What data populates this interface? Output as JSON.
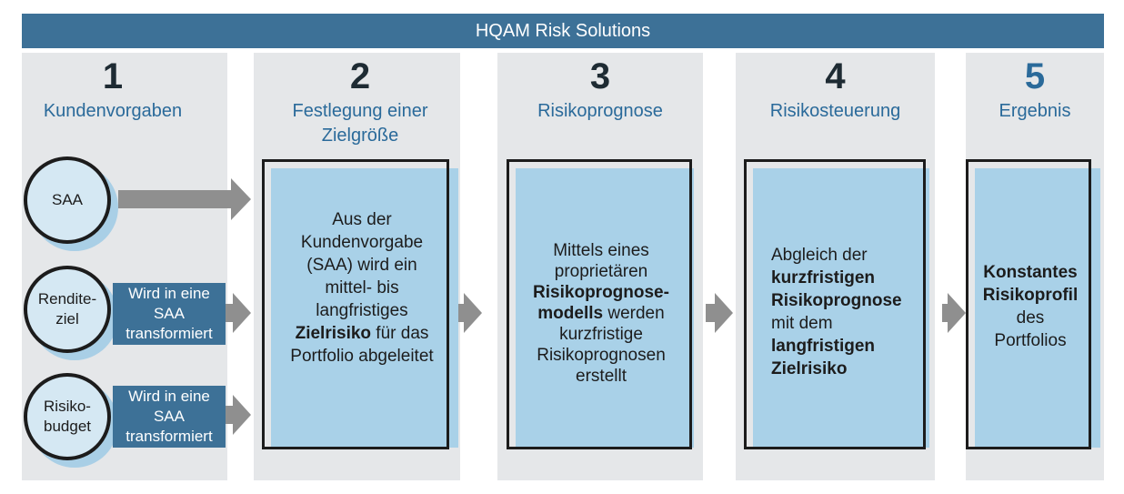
{
  "header": {
    "title": "HQAM Risk Solutions"
  },
  "steps": [
    {
      "number": "1",
      "title": "Kundenvorgaben"
    },
    {
      "number": "2",
      "title": "Festlegung einer Zielgröße"
    },
    {
      "number": "3",
      "title": "Risikoprognose"
    },
    {
      "number": "4",
      "title": "Risikosteuerung"
    },
    {
      "number": "5",
      "title": "Ergebnis"
    }
  ],
  "inputs": [
    {
      "circle": "SAA",
      "label": ""
    },
    {
      "circle_line1": "Rendite-",
      "circle_line2": "ziel",
      "label_line1": "Wird in eine",
      "label_line2": "SAA",
      "label_line3": "transformiert"
    },
    {
      "circle_line1": "Risiko-",
      "circle_line2": "budget",
      "label_line1": "Wird in eine",
      "label_line2": "SAA",
      "label_line3": "transformiert"
    }
  ],
  "box2": {
    "l1": "Aus der",
    "l2": "Kundenvorgabe",
    "l3": "(SAA) wird ein",
    "l4": "mittel- bis",
    "l5": "langfristiges",
    "l6_bold": "Zielrisiko",
    "l6_rest": " für das",
    "l7": "Portfolio abgeleitet"
  },
  "box3": {
    "l1": "Mittels eines",
    "l2": "proprietären",
    "l3_bold": "Risikoprognose-",
    "l4_bold": "modells",
    "l4_rest": " werden",
    "l5": "kurzfristige",
    "l6": "Risikoprognosen",
    "l7": "erstellt"
  },
  "box4": {
    "l1": "Abgleich der",
    "l2_bold": "kurzfristigen",
    "l3_bold": "Risikoprognose",
    "l4": "mit dem",
    "l5_bold": "langfristigen",
    "l6_bold": "Zielrisiko"
  },
  "box5": {
    "l1_bold": "Konstantes",
    "l2_bold": "Risikoprofil",
    "l3": "des",
    "l4": "Portfolios"
  },
  "colors": {
    "header": "#3d7197",
    "accent_text": "#2a6a9a",
    "box_fill": "#a9d1e8",
    "column_bg": "#e5e7e9",
    "arrow": "#8f8f8f"
  },
  "icons": [
    "arrow-right-icon"
  ]
}
